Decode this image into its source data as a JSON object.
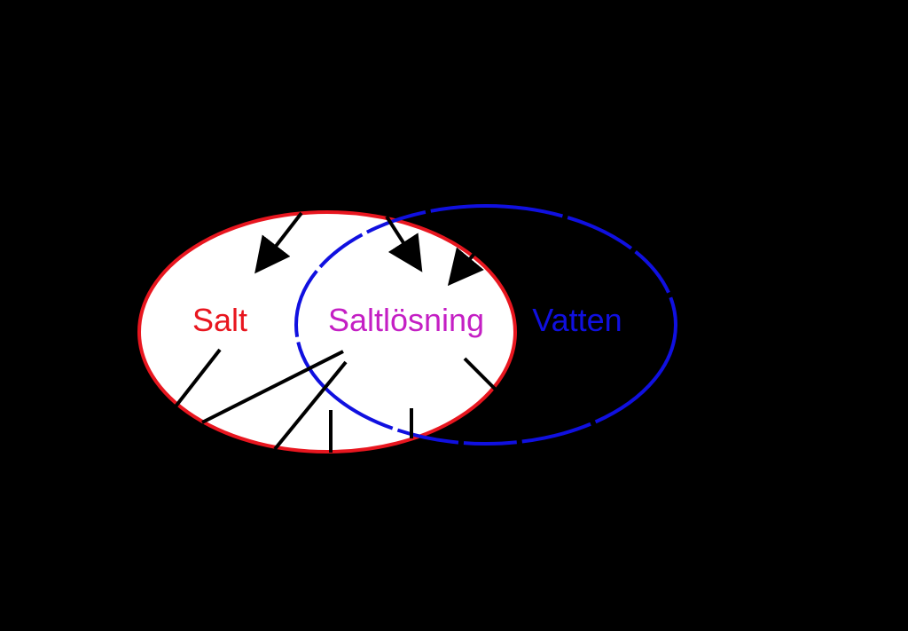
{
  "diagram": {
    "labels": {
      "salt": "Salt",
      "saltlosning": "Saltlösning",
      "vatten": "Vatten"
    },
    "colors": {
      "background": "#000000",
      "salt_region": "#ffffff",
      "salt_outline": "#e8161f",
      "water_outline": "#1010e0",
      "salt_text": "#e8161f",
      "solution_text": "#c41fc4",
      "water_text": "#1010e0",
      "pointer_lines": "#000000"
    }
  }
}
